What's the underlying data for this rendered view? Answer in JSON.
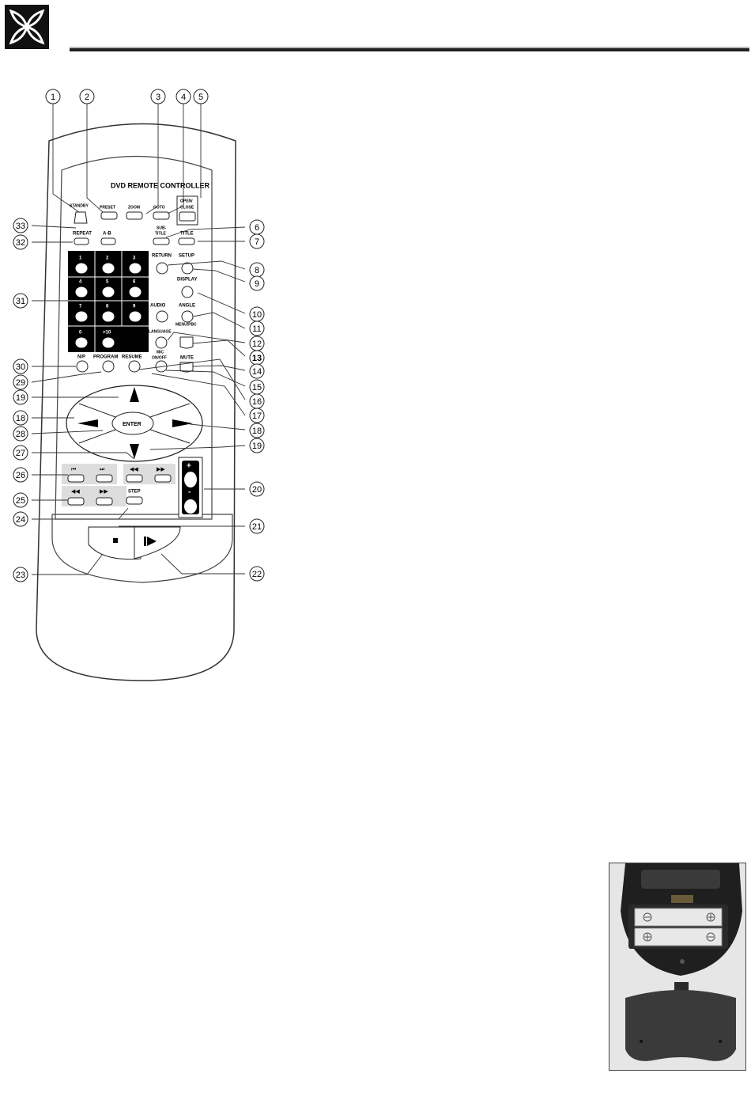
{
  "header": {
    "logo_icon": "four-petal-logo-icon"
  },
  "remote": {
    "brand_text": "DVD REMOTE CONTROLLER",
    "buttons": {
      "standby": "STANDBY",
      "preset": "PRESET",
      "zoom": "ZOOM",
      "goto": "GOTO",
      "open_close": [
        "OPEN/",
        "CLOSE"
      ],
      "repeat": "REPEAT",
      "ab": "A-B",
      "subtitle": [
        "SUB-",
        "TITLE"
      ],
      "title": "TITLE",
      "return": "RETURN",
      "setup": "SETUP",
      "display": "DISPLAY",
      "audio": "AUDIO",
      "angle": "ANGLE",
      "language": "LANGUAGE",
      "menu": "MENU/PBC",
      "mic": [
        "MIC",
        "ON/OFF"
      ],
      "mute": "MUTE",
      "nf": "N/P",
      "program": "PROGRAM",
      "resume": "RESUME",
      "enter": "ENTER",
      "step": "STEP",
      "vol_plus": "+",
      "vol_minus": "-"
    },
    "keypad": [
      "1",
      "2",
      "3",
      "4",
      "5",
      "6",
      "7",
      "8",
      "9",
      "0",
      ">10"
    ],
    "transport_icons": [
      "prev-icon",
      "next-icon",
      "slow-reverse-icon",
      "slow-forward-icon",
      "rewind-icon",
      "fast-forward-icon",
      "stop-icon",
      "play-pause-icon"
    ],
    "callouts_top": [
      "1",
      "2",
      "3",
      "4",
      "5"
    ],
    "callouts_right": [
      "6",
      "7",
      "8",
      "9",
      "10",
      "11",
      "12",
      "13",
      "14",
      "15",
      "16",
      "17",
      "18",
      "19",
      "20",
      "21",
      "22"
    ],
    "callouts_left": [
      "33",
      "32",
      "31",
      "30",
      "29",
      "19",
      "18",
      "28",
      "27",
      "26",
      "25",
      "24",
      "23"
    ]
  },
  "battery_photo": {
    "description_icon": "battery-compartment-photo"
  }
}
